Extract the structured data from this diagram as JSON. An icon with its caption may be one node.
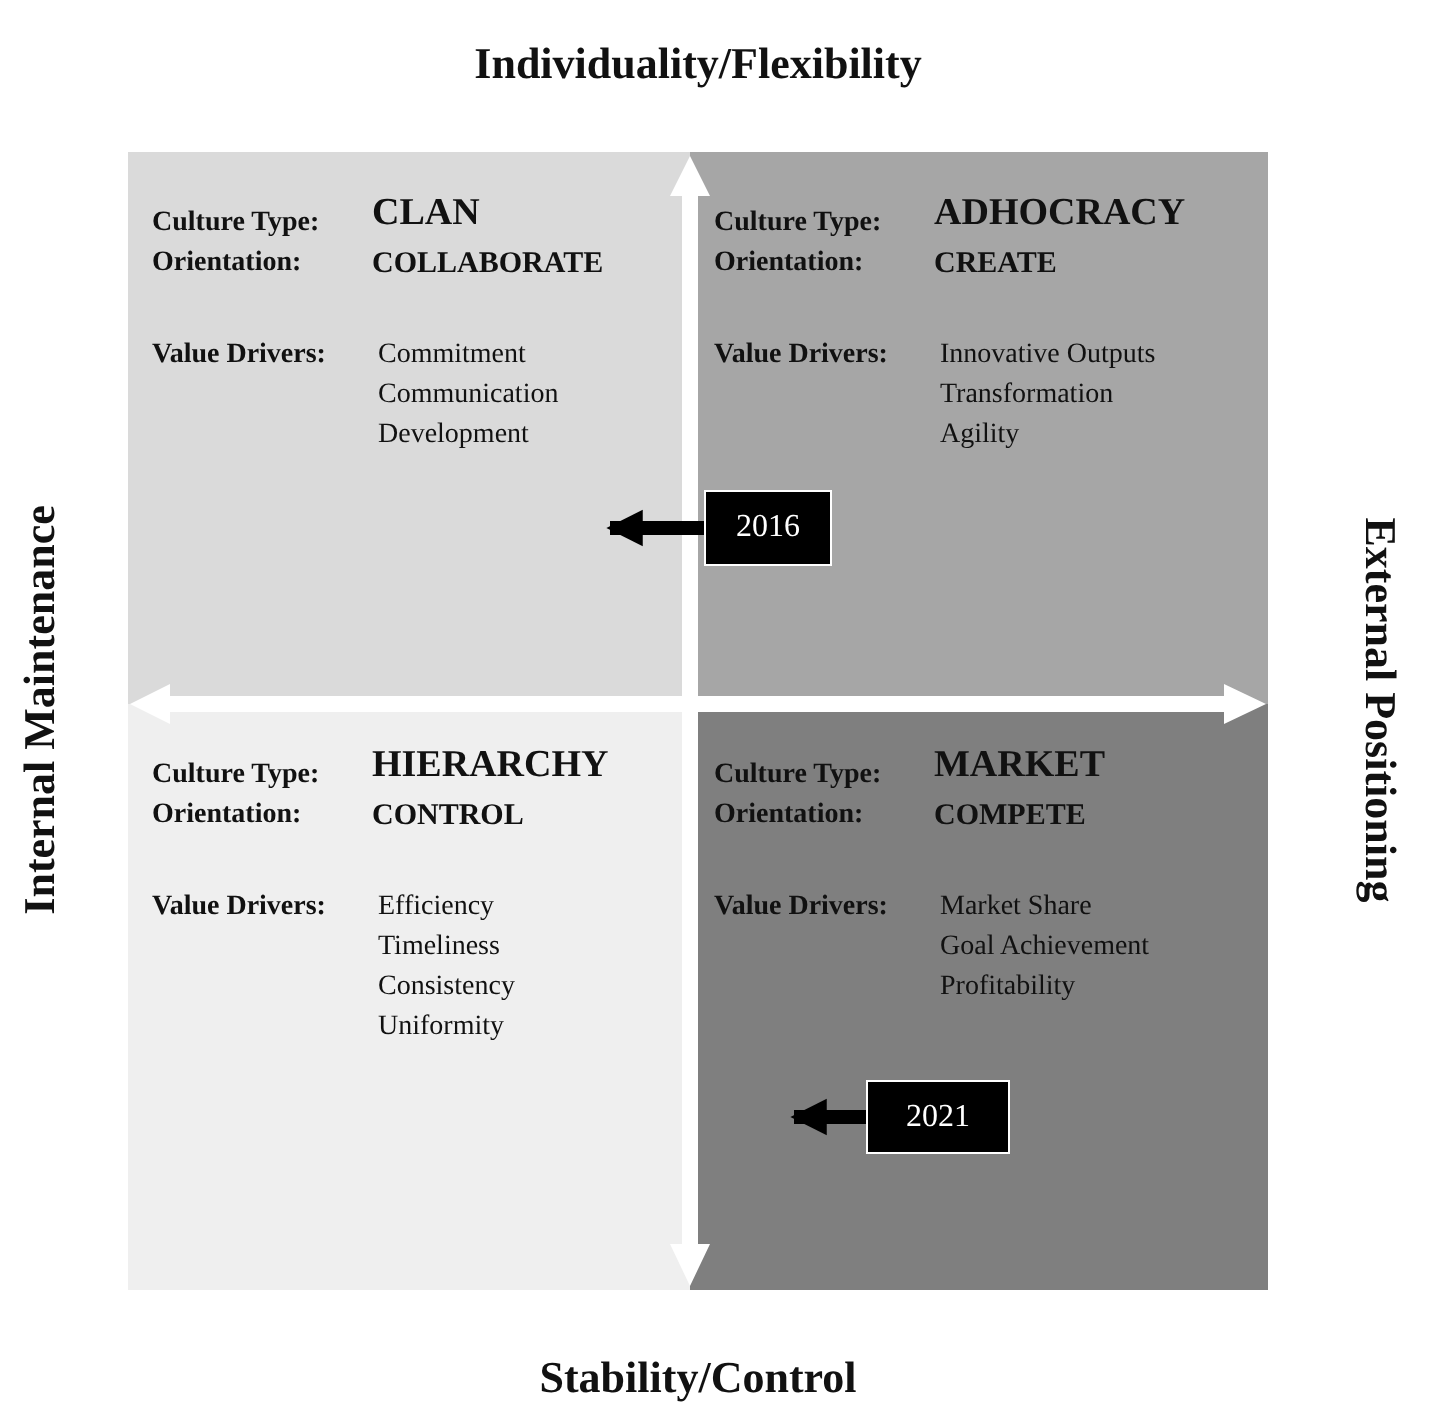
{
  "diagram": {
    "nodes": [
      {
        "text": [
          "Culture Type:",
          "CLAN",
          "Orientation:",
          "COLLABORATE",
          "Value Drivers:",
          "Commitment",
          "Communication",
          "Development"
        ]
      },
      {
        "text": [
          "Culture Type:",
          "ADHOCRACY",
          "Orientation:",
          "CREATE",
          "Value Drivers:",
          "Innovative Outputs",
          "Transformation",
          "Agility"
        ]
      },
      {
        "text": [
          "Culture Type:",
          "HIERARCHY",
          "Orientation:",
          "CONTROL",
          "Value Drivers:",
          "Efficiency",
          "Timeliness",
          "Consistency",
          "Uniformity"
        ]
      },
      {
        "text": [
          "Culture Type:",
          "MARKET",
          "Orientation:",
          "COMPETE",
          "Value Drivers:",
          "Market Share",
          "Goal Achievement",
          "Profitability"
        ]
      },
      {
        "text": [
          "2016"
        ],
        "in": 1
      },
      {
        "text": [
          "2021"
        ],
        "in": 3
      }
    ],
    "edges": [
      {
        "from": 4,
        "to": 0,
        "arrow": "to"
      },
      {
        "from": 5,
        "to": null,
        "arrow": "to"
      }
    ],
    "labels": [
      "Individuality/Flexibility",
      "Internal Maintenance",
      "External Positioning",
      "Stability/Control"
    ]
  }
}
